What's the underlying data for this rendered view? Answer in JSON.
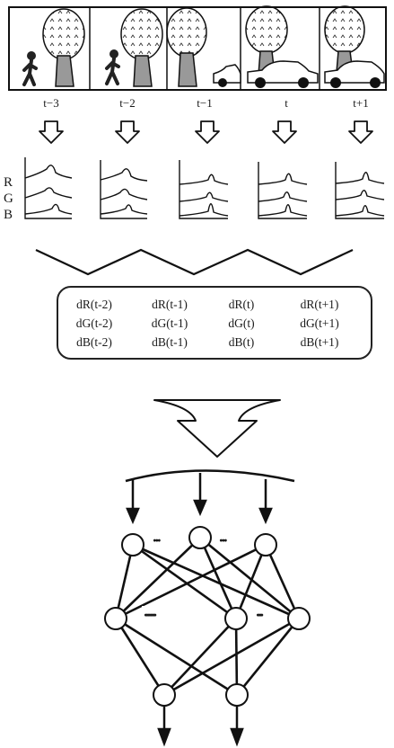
{
  "frames": {
    "labels": [
      "t−3",
      "t−2",
      "t−1",
      "t",
      "t+1"
    ]
  },
  "histograms": {
    "channel_labels": [
      "R",
      "G",
      "B"
    ]
  },
  "features": {
    "columns": [
      [
        "dR(t-2)",
        "dG(t-2)",
        "dB(t-2)"
      ],
      [
        "dR(t-1)",
        "dG(t-1)",
        "dB(t-1)"
      ],
      [
        "dR(t)",
        "dG(t)",
        "dB(t)"
      ],
      [
        "dR(t+1)",
        "dG(t+1)",
        "dB(t+1)"
      ]
    ]
  },
  "network": {
    "input_layer_dots": [
      "∙∙∙",
      "∙∙∙"
    ],
    "hidden_layer_dots": [
      "∙∙∙∙∙∙∙∙",
      "∙∙∙∙"
    ]
  }
}
